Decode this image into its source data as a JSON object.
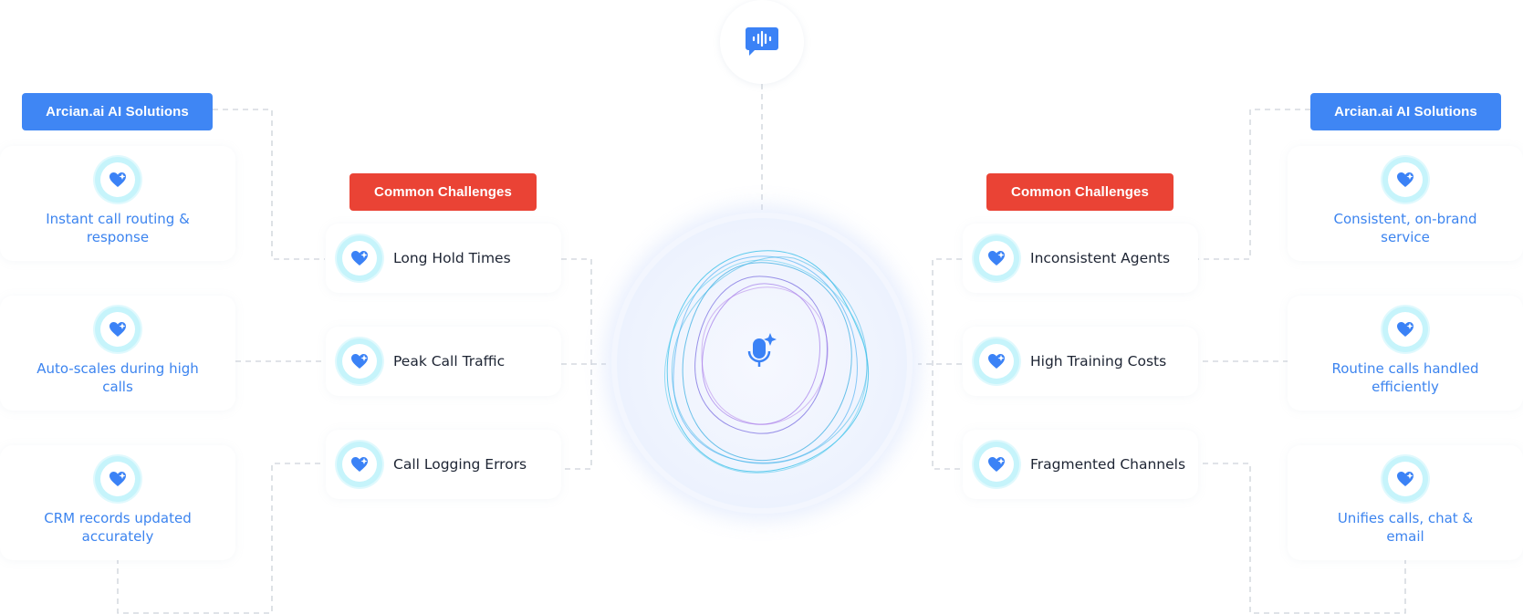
{
  "left": {
    "solutions_label": "Arcian.ai AI Solutions",
    "challenges_label": "Common Challenges",
    "solutions": [
      "Instant call routing & response",
      "Auto-scales during high calls",
      "CRM records updated accurately"
    ],
    "challenges": [
      "Long Hold Times",
      "Peak Call Traffic",
      "Call Logging Errors"
    ]
  },
  "right": {
    "solutions_label": "Arcian.ai AI Solutions",
    "challenges_label": "Common Challenges",
    "solutions": [
      "Consistent, on-brand service",
      "Routine calls handled efficiently",
      "Unifies calls, chat & email"
    ],
    "challenges": [
      "Inconsistent Agents",
      "High Training Costs",
      "Fragmented Channels"
    ]
  },
  "icons": {
    "card_icon": "heart-sparkle-icon",
    "top_icon": "voice-chat-icon",
    "center_icon": "mic-sparkle-icon"
  },
  "colors": {
    "solution_badge": "#3f86f4",
    "challenge_badge": "#ea4335",
    "solution_text": "#3c84ef",
    "icon_blue": "#3b82f6",
    "icon_halo": "#c6f4fb"
  }
}
